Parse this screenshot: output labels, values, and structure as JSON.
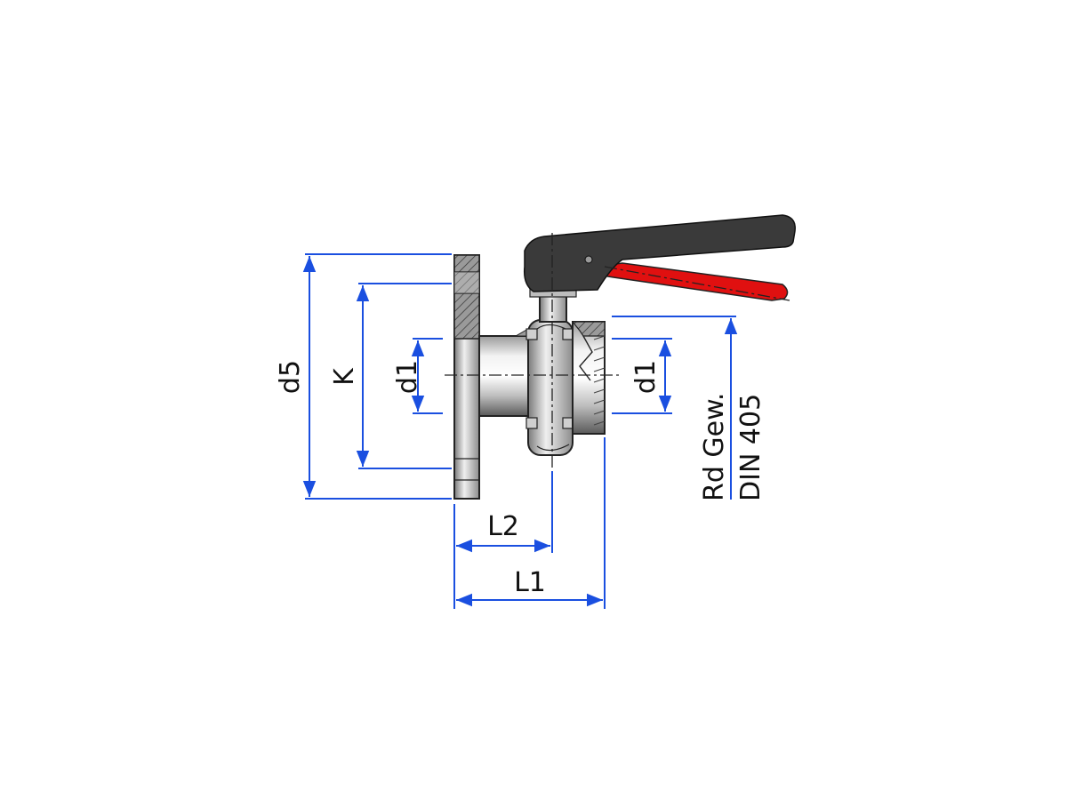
{
  "labels": {
    "d5": "d5",
    "K": "K",
    "d1_left": "d1",
    "d1_right": "d1",
    "thread_line1": "Rd Gew.",
    "thread_line2": "DIN 405",
    "L2": "L2",
    "L1": "L1"
  },
  "colors": {
    "dimension": "#1a4fe0",
    "handle_closed": "#3a3a3a",
    "handle_open": "#e01010",
    "steel_light": "#e4e4e4",
    "steel_dark": "#6b6b6b",
    "section_hatch": "#8a8a8a"
  }
}
